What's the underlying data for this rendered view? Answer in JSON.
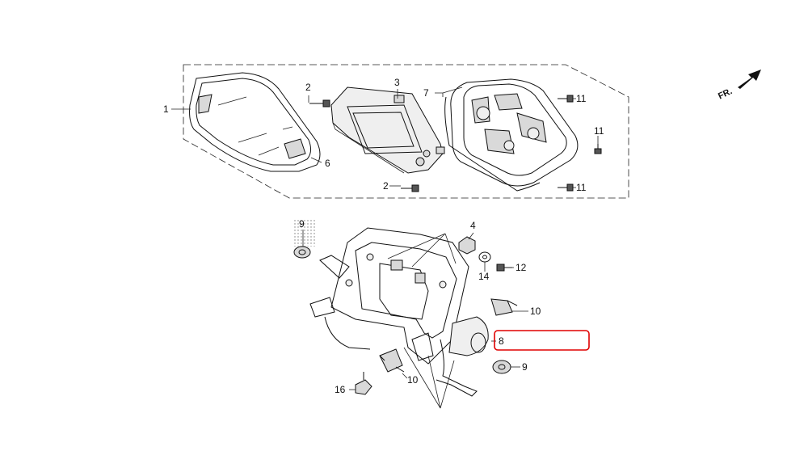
{
  "diagram": {
    "direction_marker": {
      "text": "FR.",
      "icon": "arrow-icon"
    },
    "highlight": {
      "color": "#e00000",
      "target": "8"
    },
    "labels": {
      "p1": "1",
      "p2_top": "2",
      "p2_bottom": "2",
      "p3": "3",
      "p4": "4",
      "p6": "6",
      "p7": "7",
      "p8": "8",
      "p9_top": "9",
      "p9_right": "9",
      "p10_right": "10",
      "p10_bottom": "10",
      "p11_a": "11",
      "p11_b": "11",
      "p11_c": "11",
      "p12": "12",
      "p14": "14",
      "p16": "16"
    }
  }
}
